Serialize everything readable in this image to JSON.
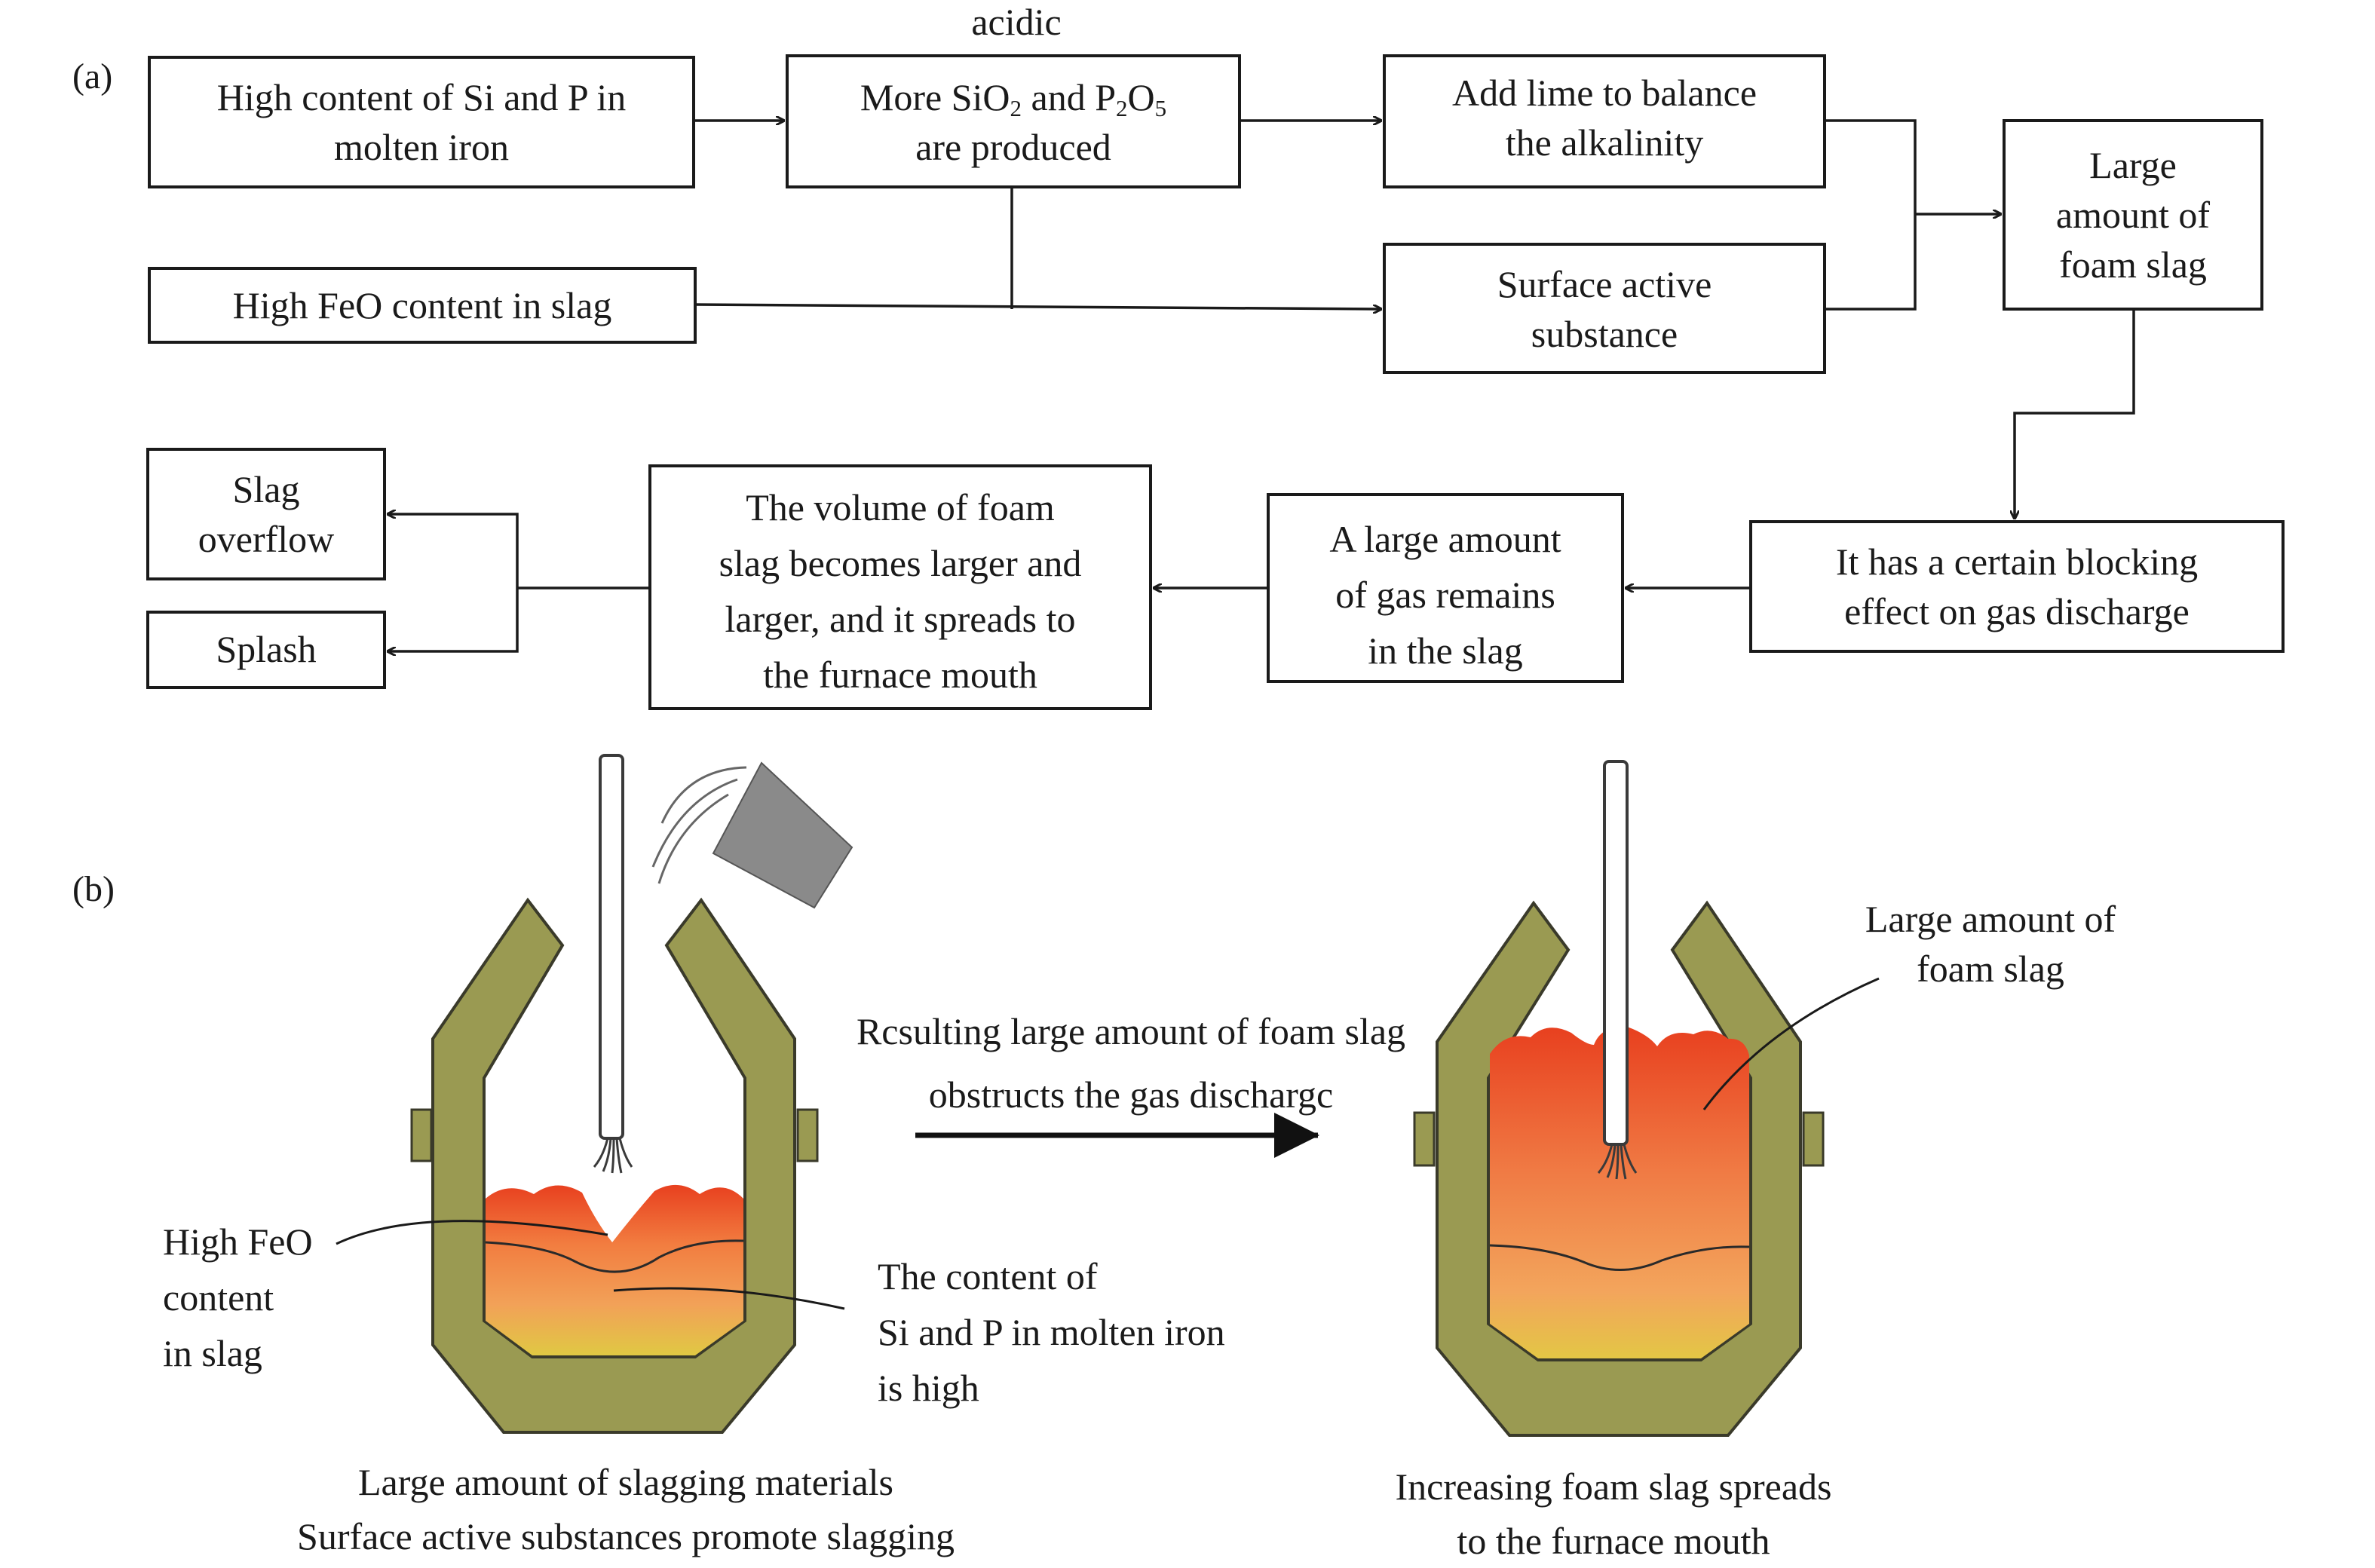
{
  "panel_a": {
    "label": "(a)",
    "annotation": "acidic",
    "boxes": {
      "si_p_iron": [
        "High content of Si and P in",
        "molten iron"
      ],
      "sio2_p2o5_prefix": "More SiO",
      "sio2_sub": "2",
      "and_p": " and P",
      "p_sub": "2",
      "o_text": "O",
      "o_sub": "5",
      "produced": "are produced",
      "lime": [
        "Add lime to balance",
        "the alkalinity"
      ],
      "feo_slag": "High FeO content in slag",
      "surface_active": [
        "Surface active",
        "substance"
      ],
      "foam_slag": [
        "Large",
        "amount of",
        "foam slag"
      ],
      "blocking": [
        "It has a certain blocking",
        "effect on gas discharge"
      ],
      "gas_remains": [
        "A large amount",
        "of gas remains",
        "in the slag"
      ],
      "volume": [
        "The volume of foam",
        "slag becomes larger and",
        "larger, and it spreads to",
        "the furnace mouth"
      ],
      "overflow": [
        "Slag",
        "overflow"
      ],
      "splash": "Splash"
    }
  },
  "panel_b": {
    "label": "(b)",
    "arrow_caption": [
      "Rcsulting large amount of foam slag",
      "obstructs the gas dischargc"
    ],
    "left_feo": [
      "High FeO",
      "content",
      "in slag"
    ],
    "left_si_p": [
      "The content of",
      "Si and P in molten iron",
      "is high"
    ],
    "left_caption": [
      "Large amount of slagging materials",
      "Surface active substances promote slagging"
    ],
    "right_foam": [
      "Large amount of",
      "foam slag"
    ],
    "right_caption": [
      "Increasing foam slag spreads",
      "to the furnace mouth"
    ]
  },
  "colors": {
    "box_stroke": "#1a1a1a",
    "furnace_olive": "#9a9a52",
    "furnace_outline": "#3a3a2a",
    "slag_red": "#ea4a25",
    "slag_orange": "#f09a55",
    "slag_yellow": "#e2c846",
    "bucket_gray": "#8a8a8a"
  }
}
